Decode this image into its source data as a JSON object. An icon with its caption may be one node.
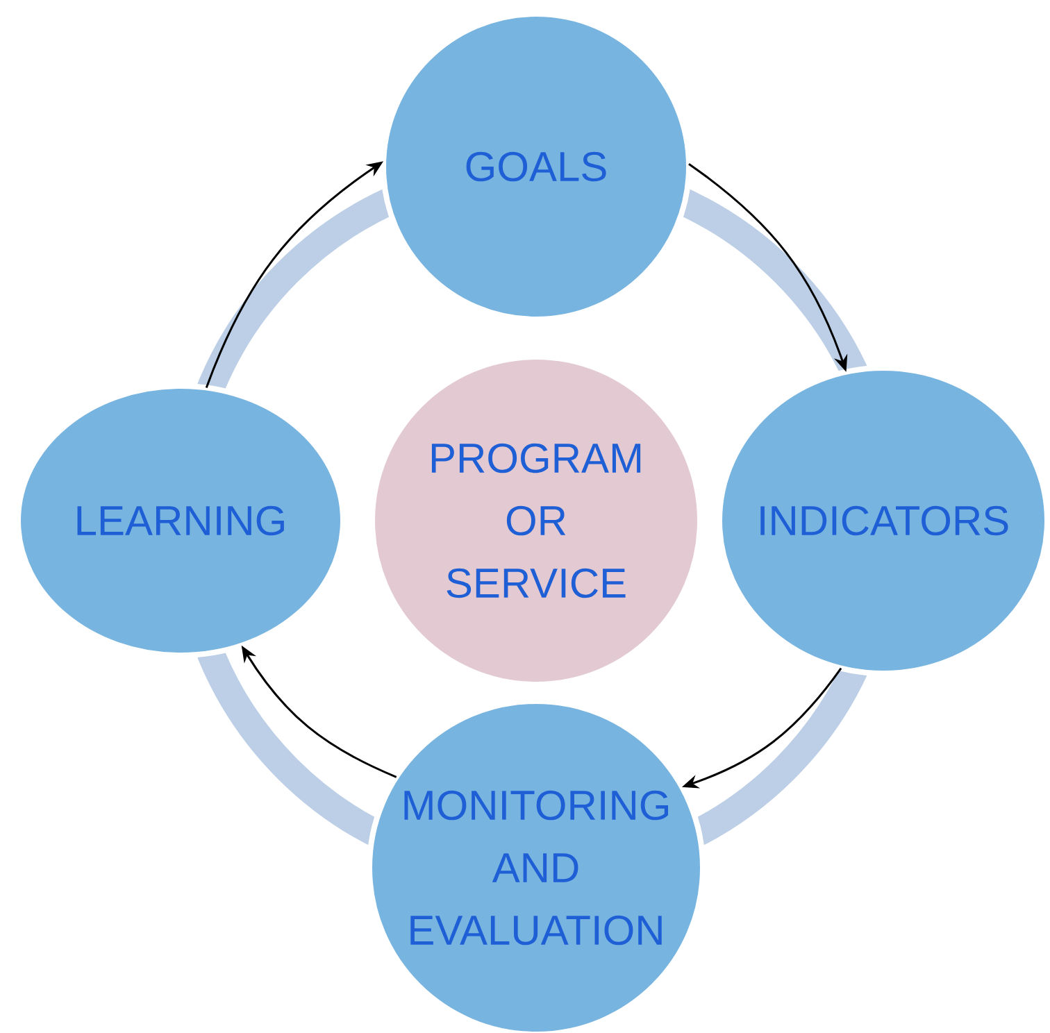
{
  "diagram": {
    "nodes": [
      {
        "text": [
          "GOALS"
        ]
      },
      {
        "text": [
          "LEARNING"
        ]
      },
      {
        "text": [
          "PROGRAM OR SERVICE"
        ]
      },
      {
        "text": [
          "INDICATORS"
        ]
      },
      {
        "text": [
          "MONITORING AND EVALUATION"
        ]
      }
    ],
    "edges": [
      {
        "from": 0,
        "to": 3,
        "arrow": "to"
      },
      {
        "from": 3,
        "to": 4,
        "arrow": "to"
      },
      {
        "from": 4,
        "to": 1,
        "arrow": "to"
      },
      {
        "from": 1,
        "to": 0,
        "arrow": "to"
      }
    ]
  }
}
